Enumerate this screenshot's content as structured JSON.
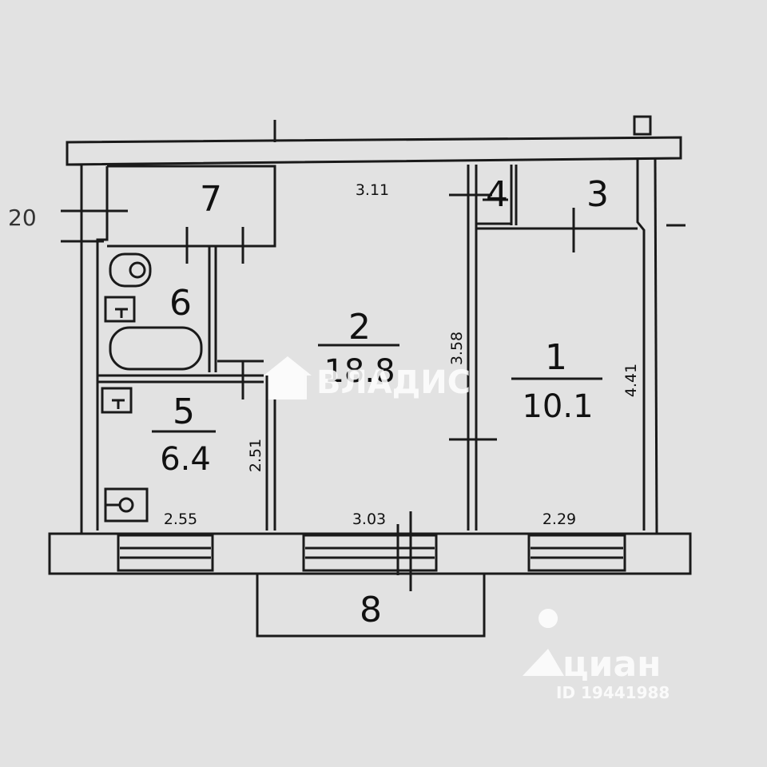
{
  "rooms": [
    {
      "number": "1",
      "area": "10.1"
    },
    {
      "number": "2",
      "area": "18.8"
    },
    {
      "number": "3"
    },
    {
      "number": "4"
    },
    {
      "number": "5",
      "area": "6.4"
    },
    {
      "number": "6"
    },
    {
      "number": "7"
    },
    {
      "number": "8"
    }
  ],
  "dimensions": {
    "top_room2": "3.11",
    "room2_height": "3.58",
    "room1_height": "4.41",
    "room5_height": "2.51",
    "room5_width": "2.55",
    "room2_width": "3.03",
    "room1_width": "2.29",
    "left_marker": "20"
  },
  "watermarks": {
    "vladis": "ВЛАДИС",
    "cian": "циан",
    "cian_id": "ID 19441988"
  }
}
